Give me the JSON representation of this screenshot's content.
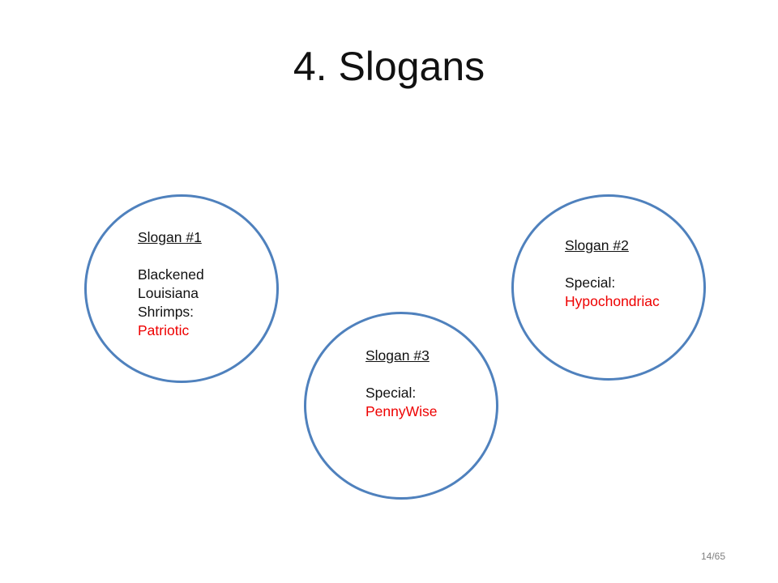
{
  "slide": {
    "title": "4. Slogans",
    "page_number": "14/65"
  },
  "slogans": [
    {
      "heading": "Slogan #1",
      "lines": [
        "Blackened",
        "Louisiana",
        "Shrimps:"
      ],
      "highlight": "Patriotic"
    },
    {
      "heading": "Slogan #2",
      "lines": [
        "Special:"
      ],
      "highlight": "Hypochondriac"
    },
    {
      "heading": "Slogan #3",
      "lines": [
        "Special:"
      ],
      "highlight": "PennyWise"
    }
  ],
  "colors": {
    "circle_border": "#4f81bd",
    "highlight_text": "#ee0000",
    "title_text": "#111111"
  }
}
